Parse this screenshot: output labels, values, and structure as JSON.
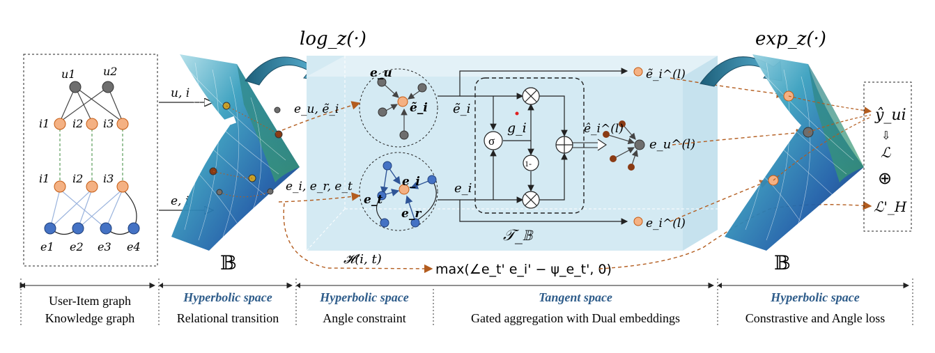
{
  "top_ops": {
    "log_map": "log_z(·)",
    "exp_map": "exp_z(·)"
  },
  "left_graph": {
    "user_nodes": [
      "u1",
      "u2"
    ],
    "item_nodes_top": [
      "i1",
      "i2",
      "i3"
    ],
    "item_nodes_bottom": [
      "i1",
      "i2",
      "i3"
    ],
    "entity_nodes": [
      "e1",
      "e2",
      "e3",
      "e4"
    ]
  },
  "inputs": {
    "user_item": "u, i",
    "entity_item": "e, i"
  },
  "ball_symbol": "𝔹",
  "flow_labels": {
    "ui_embed": "e_u, ẽ_i",
    "kg_embed": "e_i, e_r, e_t"
  },
  "tangent_box": {
    "top_local": {
      "center": "ẽ_i",
      "neighbor": "e_u"
    },
    "bottom_local": {
      "center": "e_i",
      "head": "e_t",
      "rel": "e_r"
    },
    "tilde_ei": "ẽ_i",
    "ei": "e_i",
    "gate": "g_i",
    "sigma": "σ",
    "one_minus": "1-",
    "out_top": "ẽ_i^(l)",
    "out_bottom": "e_i^(l)",
    "hat_ei": "ê_i^(l)",
    "eu_l": "e_u^(l)",
    "transform": "𝒯_𝔹"
  },
  "constraint": {
    "h_label": "𝓗(i, t)",
    "formula": "max(∠e_t' e_i' − ψ_e_t', 0)"
  },
  "right_output": {
    "y_hat": "ŷ_ui",
    "arrow": "⇩",
    "loss": "ℒ",
    "oplus": "⊕",
    "loss_h": "ℒ'_H"
  },
  "sections": [
    {
      "title": "",
      "lines": [
        "User-Item graph",
        "Knowledge graph"
      ]
    },
    {
      "title": "Hyperbolic space",
      "lines": [
        "Relational transition"
      ]
    },
    {
      "title": "Hyperbolic space",
      "lines": [
        "Angle constraint"
      ]
    },
    {
      "title": "Tangent space",
      "lines": [
        "Gated aggregation with Dual embeddings"
      ]
    },
    {
      "title": "Hyperbolic space",
      "lines": [
        "Constrastive and Angle loss"
      ]
    }
  ],
  "colors": {
    "user_node": "#6e6e6e",
    "item_node": "#f4b183",
    "entity_node": "#4472c4",
    "tangent_box": "#d4eaf3",
    "flow_arrow": "#b35c1e",
    "section_title": "#2e5c8a",
    "curved_arrow": "#2e7596"
  }
}
